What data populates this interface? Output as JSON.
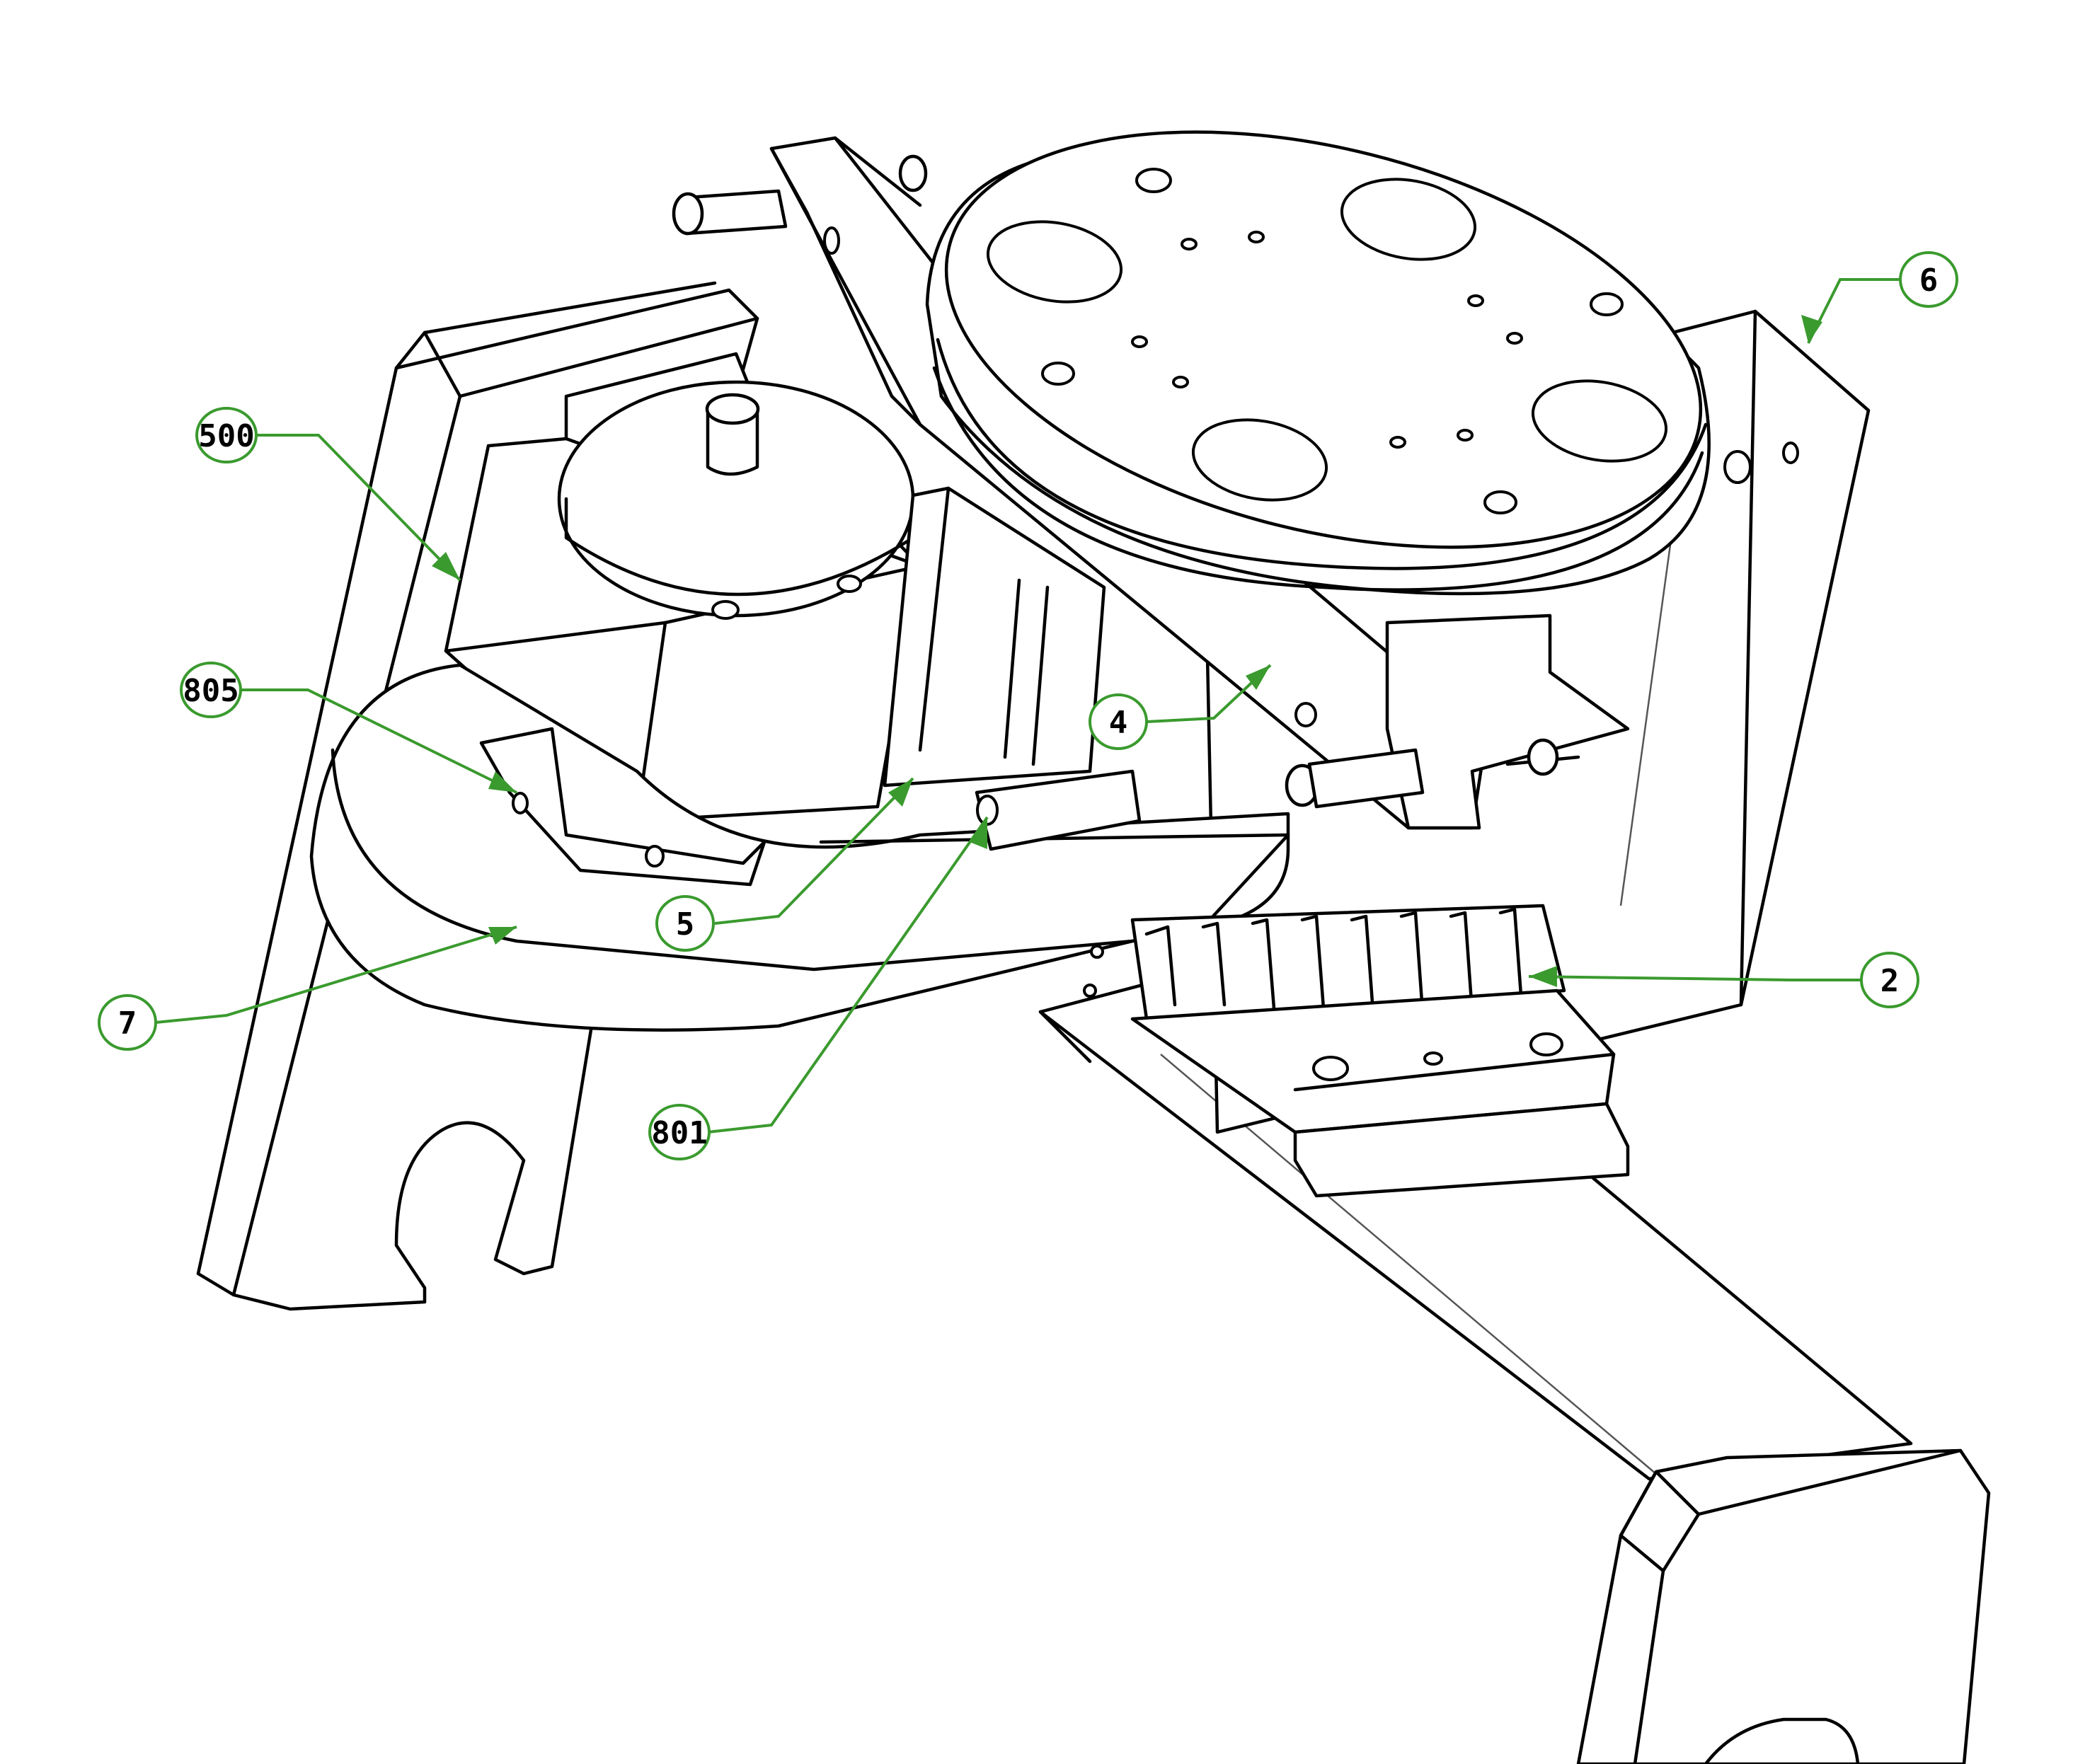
{
  "colors": {
    "leader": "#3a9a2e",
    "bubble_stroke": "#3a9a2e",
    "line": "#000000"
  },
  "callouts": [
    {
      "id": "c500",
      "label": "500"
    },
    {
      "id": "c805",
      "label": "805"
    },
    {
      "id": "c6",
      "label": "6"
    },
    {
      "id": "c4",
      "label": "4"
    },
    {
      "id": "c5",
      "label": "5"
    },
    {
      "id": "c7",
      "label": "7"
    },
    {
      "id": "c801",
      "label": "801"
    },
    {
      "id": "c2",
      "label": "2"
    }
  ]
}
